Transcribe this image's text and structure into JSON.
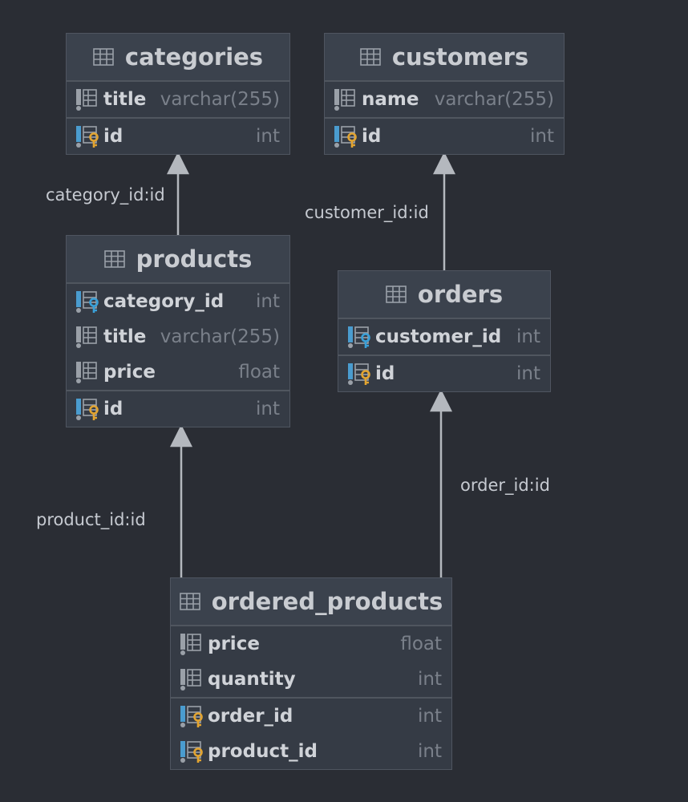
{
  "colors": {
    "background": "#2a2d34",
    "table_fill": "#353b45",
    "table_header": "#3b424d",
    "text": "#c9ccd1",
    "type_text": "#7a808a",
    "connector": "#b4b8be",
    "fk_key": "#3aa0d8",
    "pk_key": "#e2a431"
  },
  "tables": {
    "categories": {
      "name": "categories",
      "columns": [
        {
          "name": "title",
          "type": "varchar(255)",
          "icon": "column-icon"
        },
        {
          "name": "id",
          "type": "int",
          "icon": "primary-key-icon"
        }
      ]
    },
    "customers": {
      "name": "customers",
      "columns": [
        {
          "name": "name",
          "type": "varchar(255)",
          "icon": "column-icon"
        },
        {
          "name": "id",
          "type": "int",
          "icon": "primary-key-icon"
        }
      ]
    },
    "products": {
      "name": "products",
      "columns": [
        {
          "name": "category_id",
          "type": "int",
          "icon": "foreign-key-icon"
        },
        {
          "name": "title",
          "type": "varchar(255)",
          "icon": "column-icon"
        },
        {
          "name": "price",
          "type": "float",
          "icon": "column-icon"
        },
        {
          "name": "id",
          "type": "int",
          "icon": "primary-key-icon"
        }
      ]
    },
    "orders": {
      "name": "orders",
      "columns": [
        {
          "name": "customer_id",
          "type": "int",
          "icon": "foreign-key-icon"
        },
        {
          "name": "id",
          "type": "int",
          "icon": "primary-key-icon"
        }
      ]
    },
    "ordered_products": {
      "name": "ordered_products",
      "columns": [
        {
          "name": "price",
          "type": "float",
          "icon": "column-icon"
        },
        {
          "name": "quantity",
          "type": "int",
          "icon": "column-icon"
        },
        {
          "name": "order_id",
          "type": "int",
          "icon": "primary-key-icon"
        },
        {
          "name": "product_id",
          "type": "int",
          "icon": "primary-key-icon"
        }
      ]
    }
  },
  "relations": [
    {
      "from": "products",
      "to": "categories",
      "label": "category_id:id"
    },
    {
      "from": "orders",
      "to": "customers",
      "label": "customer_id:id"
    },
    {
      "from": "ordered_products",
      "to": "products",
      "label": "product_id:id"
    },
    {
      "from": "ordered_products",
      "to": "orders",
      "label": "order_id:id"
    }
  ]
}
